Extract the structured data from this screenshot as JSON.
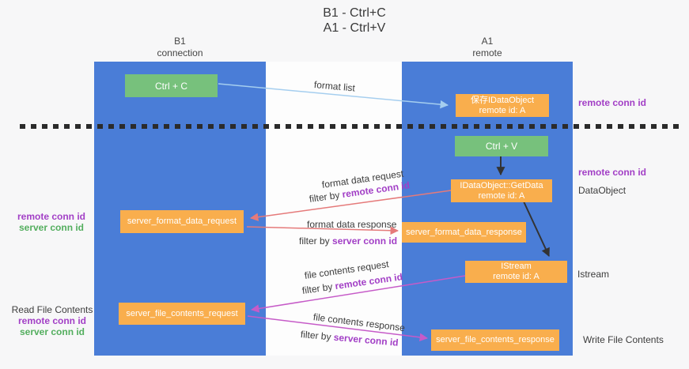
{
  "title": {
    "line1": "B1 - Ctrl+C",
    "line2": "A1 - Ctrl+V"
  },
  "lanes": {
    "left": {
      "name": "B1",
      "subtitle": "connection"
    },
    "right": {
      "name": "A1",
      "subtitle": "remote"
    }
  },
  "nodes": {
    "ctrl_c": "Ctrl + C",
    "ctrl_v": "Ctrl + V",
    "save_idataobject": {
      "line1": "保存IDataObject",
      "line2": "remote id: A"
    },
    "getdata": {
      "line1": "IDataObject::GetData",
      "line2": "remote id: A"
    },
    "istream": {
      "line1": "IStream",
      "line2": "remote id: A"
    },
    "server_format_data_request": "server_format_data_request",
    "server_format_data_response": "server_format_data_response",
    "server_file_contents_request": "server_file_contents_request",
    "server_file_contents_response": "server_file_contents_response"
  },
  "arrow_labels": {
    "format_list": "format list",
    "format_data_request": "format data request",
    "format_data_response": "format data response",
    "file_contents_request": "file contents request",
    "file_contents_response": "file contents response",
    "filter_by": "filter by ",
    "remote_conn_id": "remote conn id",
    "server_conn_id": "server conn id"
  },
  "side_labels": {
    "right_remote_conn_id_top": "remote conn id",
    "right_remote_conn_id_mid": "remote conn id",
    "dataobject": "DataObject",
    "istream": "Istream",
    "write_file_contents": "Write File Contents",
    "left_remote_conn_id": "remote conn id",
    "left_server_conn_id": "server conn id",
    "read_file_contents": "Read File Contents"
  },
  "colors": {
    "lane_blue": "#4a7dd7",
    "green_box": "#77c17c",
    "orange_box": "#f9ae4d",
    "light_blue_arrow": "#a5ceef",
    "red_arrow": "#e57a7a",
    "magenta_arrow": "#c65bc8",
    "black_arrow": "#333333",
    "purple_text": "#a23fc6",
    "green_text": "#53ae5e"
  }
}
